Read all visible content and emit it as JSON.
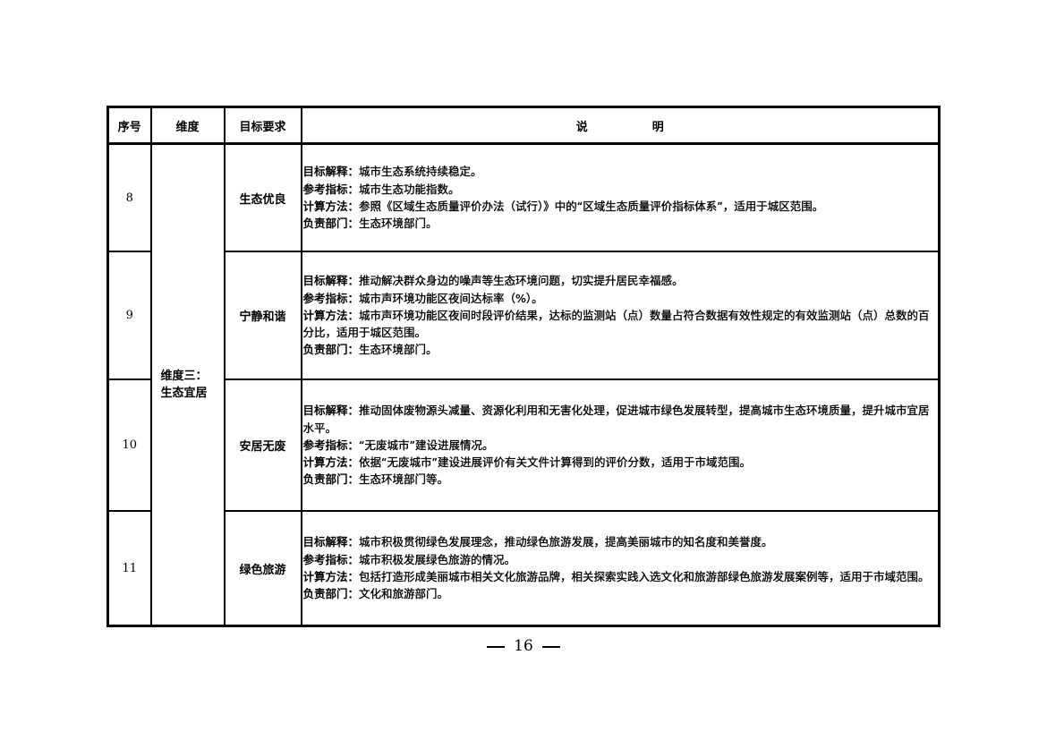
{
  "table": {
    "headers": {
      "no": "序号",
      "dimension": "维度",
      "goal": "目标要求",
      "desc_part1": "说",
      "desc_part2": "明"
    },
    "dimension_group": {
      "line1": "维度三：",
      "line2": "生态宜居"
    },
    "rows": [
      {
        "no": "8",
        "goal": "生态优良",
        "lines": [
          {
            "label": "目标解释：",
            "text": "城市生态系统持续稳定。"
          },
          {
            "label": "参考指标：",
            "text": "城市生态功能指数。"
          },
          {
            "label": "计算方法：",
            "text": "参照《区域生态质量评价办法（试行）》中的“区域生态质量评价指标体系”，适用于城区范围。"
          },
          {
            "label": "负责部门：",
            "text": "生态环境部门。"
          }
        ]
      },
      {
        "no": "9",
        "goal": "宁静和谐",
        "lines": [
          {
            "label": "目标解释：",
            "text": "推动解决群众身边的噪声等生态环境问题，切实提升居民幸福感。"
          },
          {
            "label": "参考指标：",
            "text": "城市声环境功能区夜间达标率（%）。"
          },
          {
            "label": "计算方法：",
            "text": "城市声环境功能区夜间时段评价结果，达标的监测站（点）数量占符合数据有效性规定的有效监测站（点）总数的百分比，适用于城区范围。"
          },
          {
            "label": "负责部门：",
            "text": "生态环境部门。"
          }
        ]
      },
      {
        "no": "10",
        "goal": "安居无废",
        "lines": [
          {
            "label": "目标解释：",
            "text": "推动固体废物源头减量、资源化利用和无害化处理，促进城市绿色发展转型，提高城市生态环境质量，提升城市宜居水平。"
          },
          {
            "label": "参考指标：",
            "text": "“无废城市”建设进展情况。"
          },
          {
            "label": "计算方法：",
            "text": "依据“无废城市”建设进展评价有关文件计算得到的评价分数，适用于市域范围。"
          },
          {
            "label": "负责部门：",
            "text": "生态环境部门等。"
          }
        ]
      },
      {
        "no": "11",
        "goal": "绿色旅游",
        "lines": [
          {
            "label": "目标解释：",
            "text": "城市积极贯彻绿色发展理念，推动绿色旅游发展，提高美丽城市的知名度和美誉度。"
          },
          {
            "label": "参考指标：",
            "text": "城市积极发展绿色旅游的情况。"
          },
          {
            "label": "计算方法：",
            "text": "包括打造形成美丽城市相关文化旅游品牌，相关探索实践入选文化和旅游部绿色旅游发展案例等，适用于市域范围。"
          },
          {
            "label": "负责部门：",
            "text": "文化和旅游部门。"
          }
        ]
      }
    ]
  },
  "footer": {
    "page_number": "16"
  }
}
